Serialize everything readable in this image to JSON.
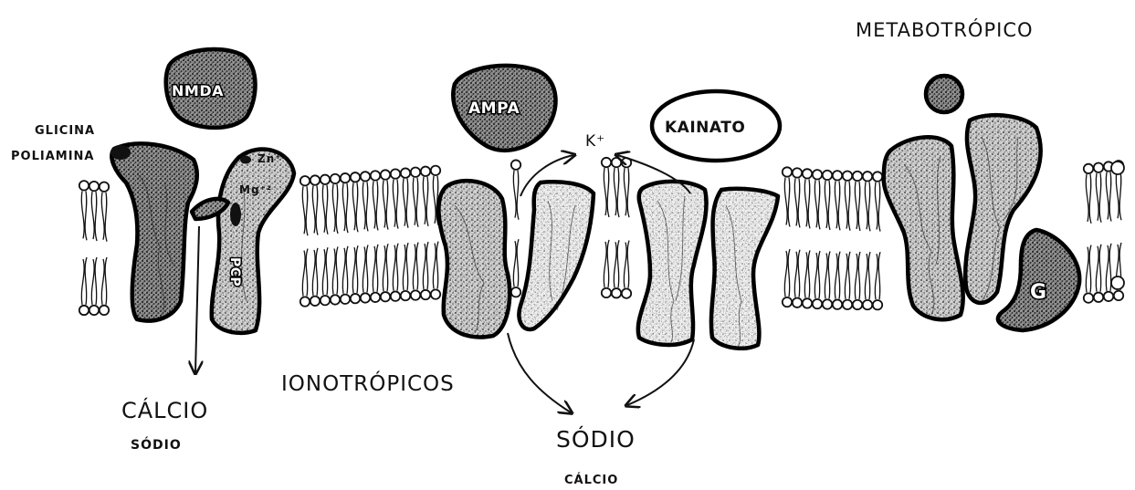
{
  "labels": {
    "metabotropico": "METABOTRÓPICO",
    "ionotropicos": "IONOTRÓPICOS",
    "glicina": "GLICINA",
    "poliamina": "POLIAMINA",
    "k_plus": "K⁺",
    "calcio_left": "CÁLCIO",
    "sodio_left": "SÓDIO",
    "sodio_center": "SÓDIO",
    "calcio_center": "CÁLCIO"
  },
  "ligands": {
    "nmda": "NMDA",
    "ampa": "AMPA",
    "kainato": "KAINATO"
  },
  "sites": {
    "zinc": "Zn⁺²",
    "magnesium": "Mg⁺²",
    "pcp": "PCP",
    "g_protein": "G"
  },
  "colors": {
    "ink": "#111111",
    "background": "#ffffff",
    "protein_fill": "#5a5a5a"
  }
}
